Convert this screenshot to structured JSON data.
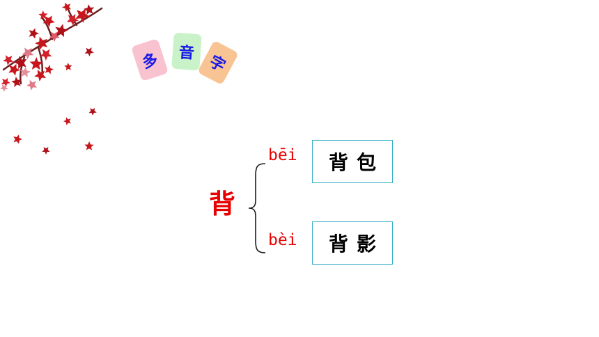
{
  "title_cards": [
    {
      "text": "多",
      "color": "#f8c2cf"
    },
    {
      "text": "音",
      "color": "#c9f2c9"
    },
    {
      "text": "字",
      "color": "#f9c494"
    }
  ],
  "character": "背",
  "readings": [
    {
      "pinyin": "bēi",
      "word": "背包"
    },
    {
      "pinyin": "bèi",
      "word": "背影"
    }
  ],
  "colors": {
    "accent": "#e60000",
    "box_border": "#3aaec8",
    "card_text": "#1a1ae6"
  }
}
